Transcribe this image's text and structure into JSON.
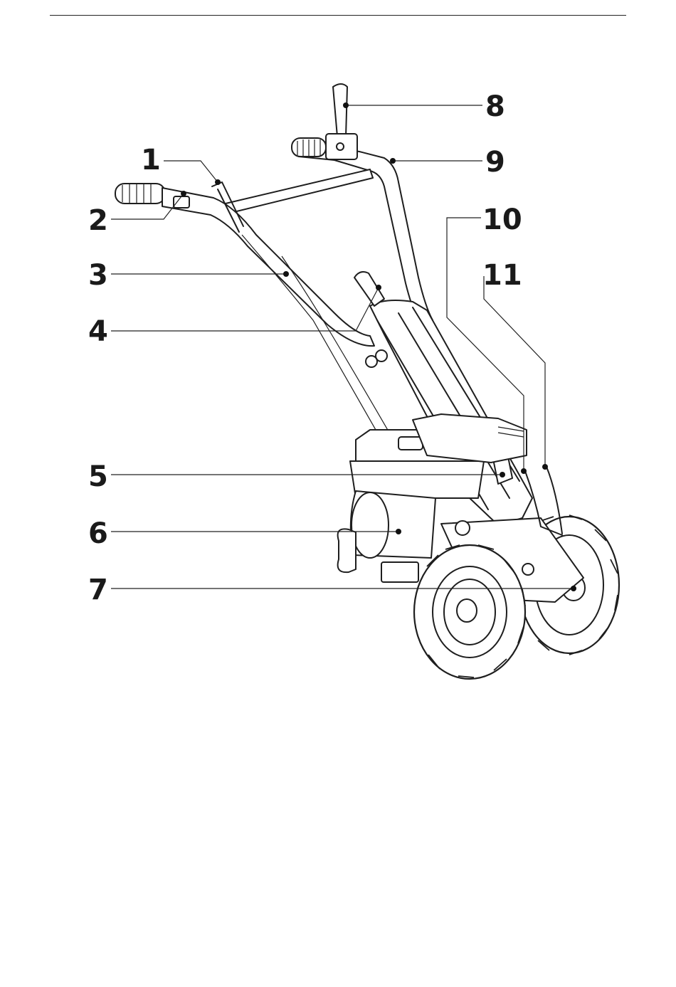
{
  "callouts": [
    {
      "id": "c1",
      "number": "1"
    },
    {
      "id": "c2",
      "number": "2"
    },
    {
      "id": "c3",
      "number": "3"
    },
    {
      "id": "c4",
      "number": "4"
    },
    {
      "id": "c5",
      "number": "5"
    },
    {
      "id": "c6",
      "number": "6"
    },
    {
      "id": "c7",
      "number": "7"
    },
    {
      "id": "c8",
      "number": "8"
    },
    {
      "id": "c9",
      "number": "9"
    },
    {
      "id": "c10",
      "number": "10"
    },
    {
      "id": "c11",
      "number": "11"
    }
  ],
  "illustration": {
    "subject": "walk-behind-tiller-icon",
    "line_color": "#1e1e1e",
    "background": "#ffffff"
  }
}
